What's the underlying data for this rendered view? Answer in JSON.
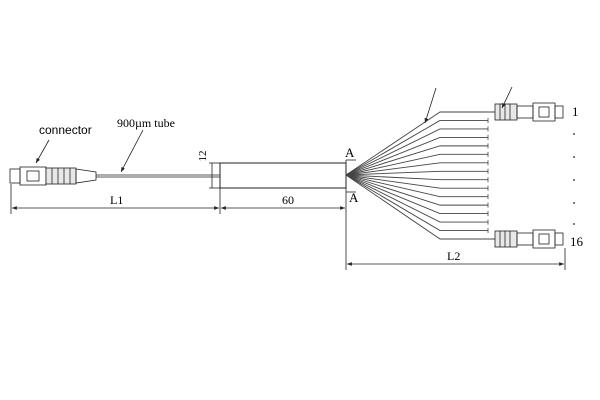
{
  "labels": {
    "connector": "connector",
    "tube": "900µm tube",
    "l1": "L1",
    "length_60": "60",
    "height_12": "12",
    "section_a_top": "A",
    "section_a_bottom": "A",
    "l2": "L2",
    "port_first": "1",
    "port_last": "16"
  },
  "splitter": {
    "output_count": 16
  }
}
